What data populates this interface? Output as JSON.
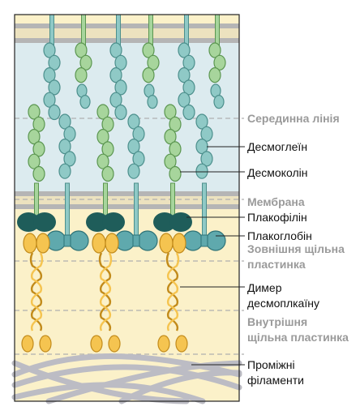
{
  "labels": {
    "midline": "Серединна лінія",
    "desmoglein": "Десмоглеїн",
    "desmocollin": "Десмоколін",
    "membrane": "Мембрана",
    "plakophilin": "Плакофілін",
    "plakoglobin": "Плакоглобін",
    "outer_plaque_1": "Зовнішня щільна",
    "outer_plaque_2": "пластинка",
    "dimer_1": "Димер",
    "dimer_2": "десмоплкаїну",
    "inner_plaque_1": "Внутрішня",
    "inner_plaque_2": "щільна пластинка",
    "filaments_1": "Проміжні",
    "filaments_2": "філаменти"
  },
  "colors": {
    "frame_border": "#222222",
    "cytoplasm": "#fbf1c9",
    "extracellular": "#dcebef",
    "membrane": "#b5b5b5",
    "dashed_line": "#b0b0b0",
    "desmoglein": "#8fc9c6",
    "desmoglein_stroke": "#4c8f8c",
    "desmocollin": "#a7d59c",
    "desmocollin_stroke": "#5b9650",
    "plakophilin": "#1f5d5a",
    "plakoglobin": "#5fa9ad",
    "plakoglobin_stroke": "#2e7378",
    "desmoplakin": "#f5c450",
    "desmoplakin_stroke": "#c28b1b",
    "filament": "#bcbcc4",
    "label_grey": "#9a9a9a",
    "label_black": "#111111"
  }
}
